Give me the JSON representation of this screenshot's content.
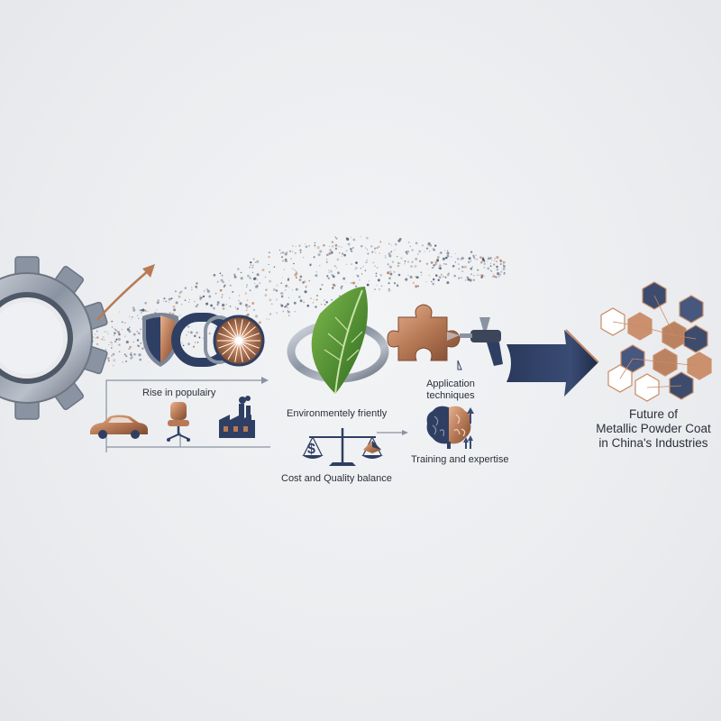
{
  "labels": {
    "rise": "Rise in populairy",
    "eco": "Environmentely friently",
    "cost": "Cost and Quality balance",
    "application": [
      "Application",
      "techniques"
    ],
    "training": "Training and expertise",
    "future": [
      "Future of",
      "Metallic Powder Coat",
      "in China's Industries"
    ]
  },
  "icons": [
    "gear-icon",
    "trend-arrow-icon",
    "shield-icon",
    "chain-link-icon",
    "burst-disc-icon",
    "car-icon",
    "office-chair-icon",
    "factory-icon",
    "leaf-icon",
    "balance-scale-icon",
    "dollar-icon",
    "puzzle-piece-icon",
    "spray-gun-icon",
    "brain-icon",
    "hexagon-network-icon",
    "big-arrow-icon"
  ],
  "colors": {
    "navy": "#2f3f63",
    "copper": "#b87a56",
    "steel": "#8a93a1",
    "leaf": "#4e8a2f",
    "text": "#2a2f38",
    "background": "#eceef1"
  }
}
